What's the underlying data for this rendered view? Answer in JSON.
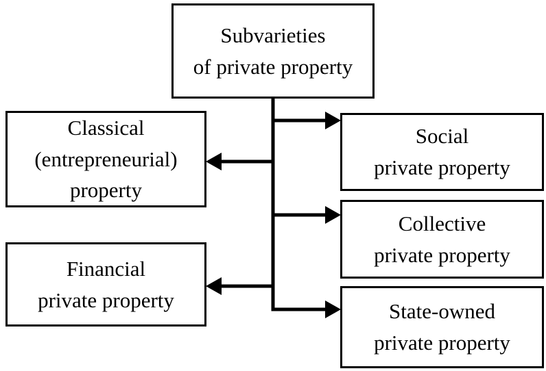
{
  "diagram": {
    "title": "Subvarieties of private property",
    "root": {
      "id": "subvarieties",
      "label": "Subvarieties\nof private property"
    },
    "left_nodes": [
      {
        "id": "classical",
        "label": "Classical\n(entrepreneurial)\nproperty"
      },
      {
        "id": "financial",
        "label": "Financial\nprivate property"
      }
    ],
    "right_nodes": [
      {
        "id": "social",
        "label": "Social\nprivate property"
      },
      {
        "id": "collective",
        "label": "Collective\nprivate property"
      },
      {
        "id": "state-owned",
        "label": "State-owned\nprivate property"
      }
    ],
    "edges": [
      {
        "from": "subvarieties",
        "to": "social"
      },
      {
        "from": "subvarieties",
        "to": "classical"
      },
      {
        "from": "subvarieties",
        "to": "collective"
      },
      {
        "from": "subvarieties",
        "to": "financial"
      },
      {
        "from": "subvarieties",
        "to": "state-owned"
      }
    ],
    "colors": {
      "line": "#000000",
      "text": "#000000",
      "box_fill": "#ffffff",
      "background": "#ffffff"
    }
  }
}
